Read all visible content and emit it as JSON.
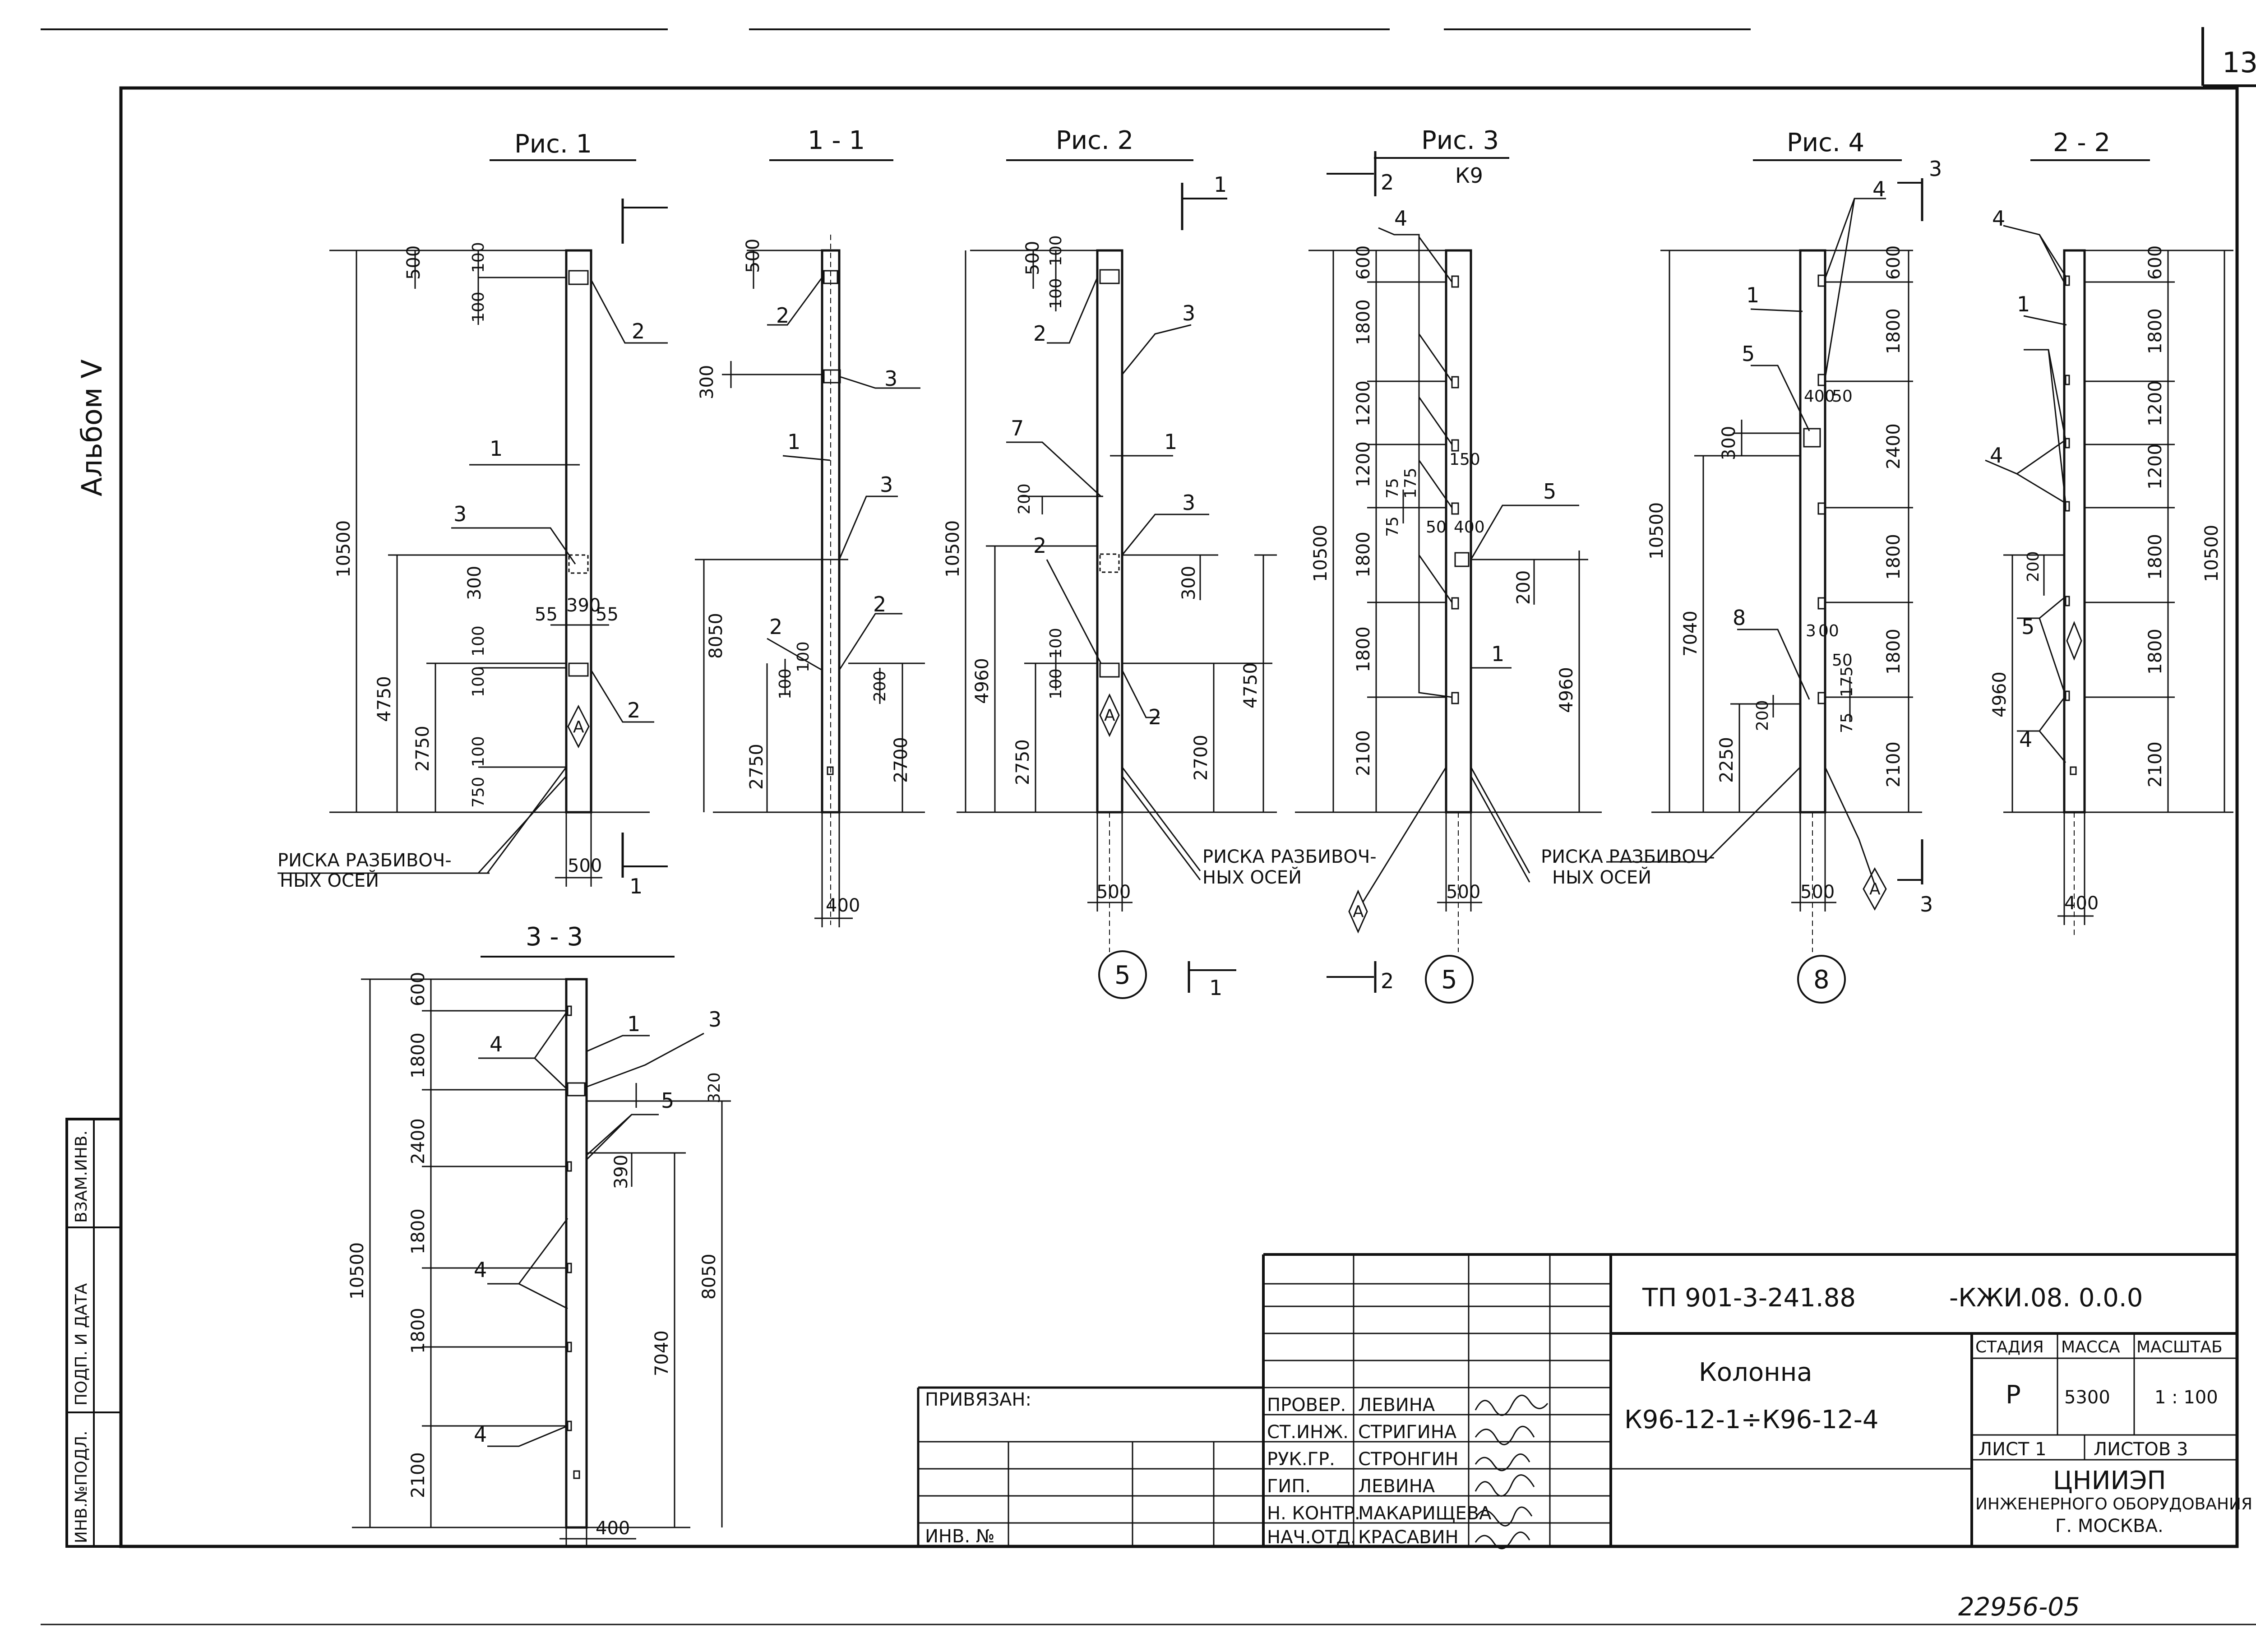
{
  "sheet": {
    "sheet_number": "13",
    "album": "Альбом V",
    "archive_number": "22956-05"
  },
  "views": {
    "fig1": {
      "title": "Рис. 1",
      "sec_marker": "1",
      "dims": {
        "total": "10500",
        "d4750": "4750",
        "d2750": "2750",
        "d500": "500",
        "d100a": "100",
        "d100b": "100",
        "d300": "300",
        "d55a": "55",
        "d390": "390",
        "d55b": "55",
        "d100c": "100",
        "d100d": "100",
        "d750": "750",
        "d100e": "100",
        "w500": "500"
      },
      "items": [
        "2",
        "1",
        "3",
        "2"
      ],
      "axis_note_1": "РИСКА РАЗБИВОЧ-",
      "axis_note_2": "НЫХ ОСЕЙ",
      "mark": "А"
    },
    "sec11": {
      "title": "1 - 1",
      "dims": {
        "d500": "500",
        "d300": "300",
        "d8050": "8050",
        "d2750": "2750",
        "d100": "100",
        "d100b": "100",
        "d200": "200",
        "d2700": "2700",
        "w400": "400"
      },
      "items": [
        "2",
        "3",
        "1",
        "3",
        "2",
        "2"
      ]
    },
    "fig2": {
      "title": "Рис. 2",
      "sec_marker": "1",
      "dims": {
        "total": "10500",
        "d4960": "4960",
        "d2750": "2750",
        "d500": "500",
        "d100a": "100",
        "d100b": "100",
        "d200": "200",
        "d100c": "100",
        "d100d": "100",
        "d300": "300",
        "d4750": "4750",
        "d2700": "2700",
        "w500": "500"
      },
      "items": [
        "2",
        "3",
        "7",
        "1",
        "3",
        "2",
        "2"
      ],
      "axis_note_1": "РИСКА РАЗБИВОЧ-",
      "axis_note_2": "НЫХ ОСЕЙ",
      "axis": "5",
      "mark": "А"
    },
    "fig3": {
      "title": "Рис. 3",
      "subtitle": "К9",
      "sec_marker": "2",
      "dims": {
        "total": "10500",
        "d600": "600",
        "d1800a": "1800",
        "d1200a": "1200",
        "d1200b": "1200",
        "d75a": "75",
        "d175": "175",
        "d75b": "75",
        "d1800b": "1800",
        "d1800c": "1800",
        "d2100": "2100",
        "d150": "150",
        "d50": "50",
        "d400": "400",
        "d200": "200",
        "d4960": "4960",
        "w500": "500"
      },
      "items": [
        "4",
        "5",
        "1"
      ],
      "axis_note_1": "РИСКА РАЗБИВОЧ-",
      "axis_note_2": "НЫХ ОСЕЙ",
      "axis": "5",
      "mark": "А"
    },
    "fig4": {
      "title": "Рис. 4",
      "sec_marker": "3",
      "dims": {
        "total": "10500",
        "d7040": "7040",
        "d2250": "2250",
        "d300": "300",
        "d200": "200",
        "d600": "600",
        "d1800a": "1800",
        "d2400": "2400",
        "d1800b": "1800",
        "d1800c": "1800",
        "d2100": "2100",
        "d400": "400",
        "d50a": "50",
        "d3": "3",
        "d00": "00",
        "d50b": "50",
        "d175": "175",
        "d75": "75",
        "w500": "500"
      },
      "items": [
        "4",
        "1",
        "5",
        "8"
      ],
      "axis": "8",
      "mark": "А"
    },
    "sec22": {
      "title": "2 - 2",
      "dims": {
        "total": "10500",
        "d4960": "4960",
        "d200": "200",
        "d600": "600",
        "d1800a": "1800",
        "d1200a": "1200",
        "d1200b": "1200",
        "d1800b": "1800",
        "d1800c": "1800",
        "d2100": "2100",
        "w400": "400"
      },
      "items": [
        "4",
        "1",
        "4",
        "5",
        "4"
      ],
      "mark": "А"
    },
    "sec33": {
      "title": "3 - 3",
      "dims": {
        "total": "10500",
        "d600": "600",
        "d1800a": "1800",
        "d2400": "2400",
        "d1800b": "1800",
        "d1800c": "1800",
        "d2100": "2100",
        "d320": "320",
        "d390": "390",
        "d8050": "8050",
        "d7040": "7040",
        "w400": "400"
      },
      "items": [
        "4",
        "1",
        "3",
        "5",
        "4",
        "4"
      ]
    }
  },
  "side_box": {
    "vzam": "ВЗАМ.ИНВ.",
    "podp": "ПОДП. И ДАТА",
    "inv": "ИНВ.№ПОДЛ."
  },
  "privyazan": {
    "label": "ПРИВЯЗАН:",
    "inv": "ИНВ. №"
  },
  "title_block": {
    "doc_code": "ТП 901-3-241.88",
    "doc_mark": "-КЖИ.08. 0.0.0",
    "name_1": "Колонна",
    "name_2": "К96-12-1÷К96-12-4",
    "stage_h": "СТАДИЯ",
    "mass_h": "МАССА",
    "scale_h": "МАСШТАБ",
    "stage": "Р",
    "mass": "5300",
    "scale": "1 : 100",
    "sheet": "ЛИСТ 1",
    "sheets": "ЛИСТОВ 3",
    "org_1": "ЦНИИЭП",
    "org_2": "ИНЖЕНЕРНОГО ОБОРУДОВАНИЯ",
    "org_3": "Г. МОСКВА.",
    "signers": [
      {
        "role": "ПРОВЕР.",
        "name": "ЛЕВИНА"
      },
      {
        "role": "СТ.ИНЖ.",
        "name": "СТРИГИНА"
      },
      {
        "role": "РУК.ГР.",
        "name": "СТРОНГИН"
      },
      {
        "role": "ГИП.",
        "name": "ЛЕВИНА"
      },
      {
        "role": "Н. КОНТР.",
        "name": "МАКАРИЩЕВА"
      },
      {
        "role": "НАЧ.ОТД.",
        "name": "КРАСАВИН"
      }
    ]
  }
}
